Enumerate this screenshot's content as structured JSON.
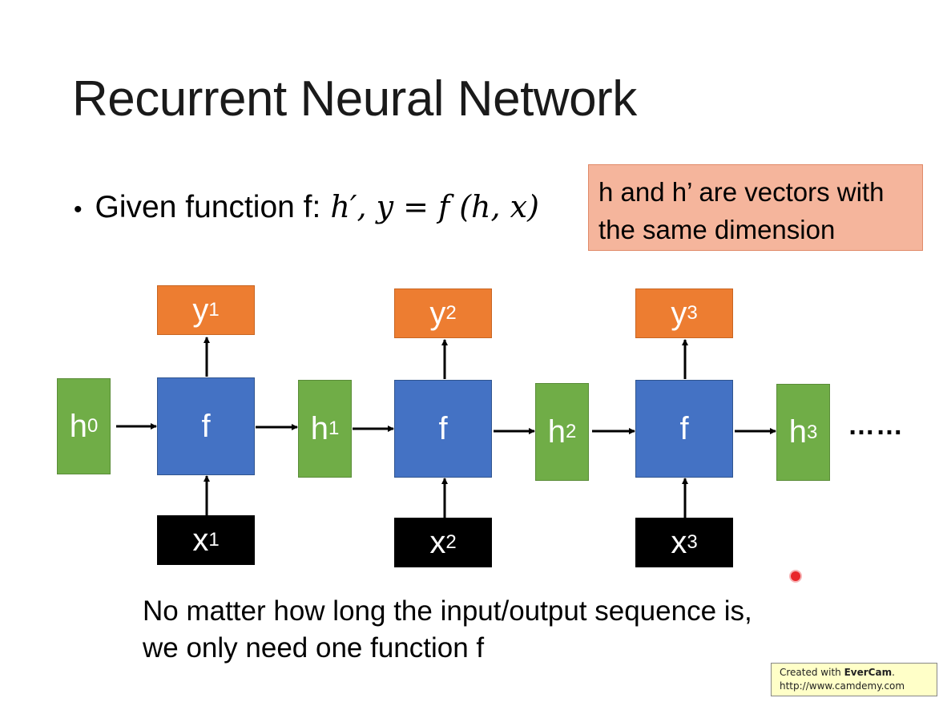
{
  "slide": {
    "title": "Recurrent Neural Network",
    "bullet_text": "Given function f:",
    "formula": "h′, y = f (h, x)",
    "note": [
      "h and h’ are vectors with",
      "the same dimension"
    ],
    "caption": [
      "No matter how long the input/output sequence is,",
      "we only need one function f"
    ]
  },
  "diagram": {
    "hidden": [
      {
        "base": "h",
        "sup": "0"
      },
      {
        "base": "h",
        "sup": "1"
      },
      {
        "base": "h",
        "sup": "2"
      },
      {
        "base": "h",
        "sup": "3"
      }
    ],
    "functions": [
      "f",
      "f",
      "f"
    ],
    "outputs": [
      {
        "base": "y",
        "sup": "1"
      },
      {
        "base": "y",
        "sup": "2"
      },
      {
        "base": "y",
        "sup": "3"
      }
    ],
    "inputs": [
      {
        "base": "x",
        "sup": "1"
      },
      {
        "base": "x",
        "sup": "2"
      },
      {
        "base": "x",
        "sup": "3"
      }
    ],
    "continuation": "……",
    "colors": {
      "hidden": "#70ad47",
      "function": "#4472c4",
      "output": "#ed7d31",
      "input": "#000000",
      "note": "#f5b59c"
    }
  },
  "watermark": {
    "prefix": "Created with",
    "brand": "EverCam",
    "suffix": ".",
    "url": "http://www.camdemy.com"
  }
}
